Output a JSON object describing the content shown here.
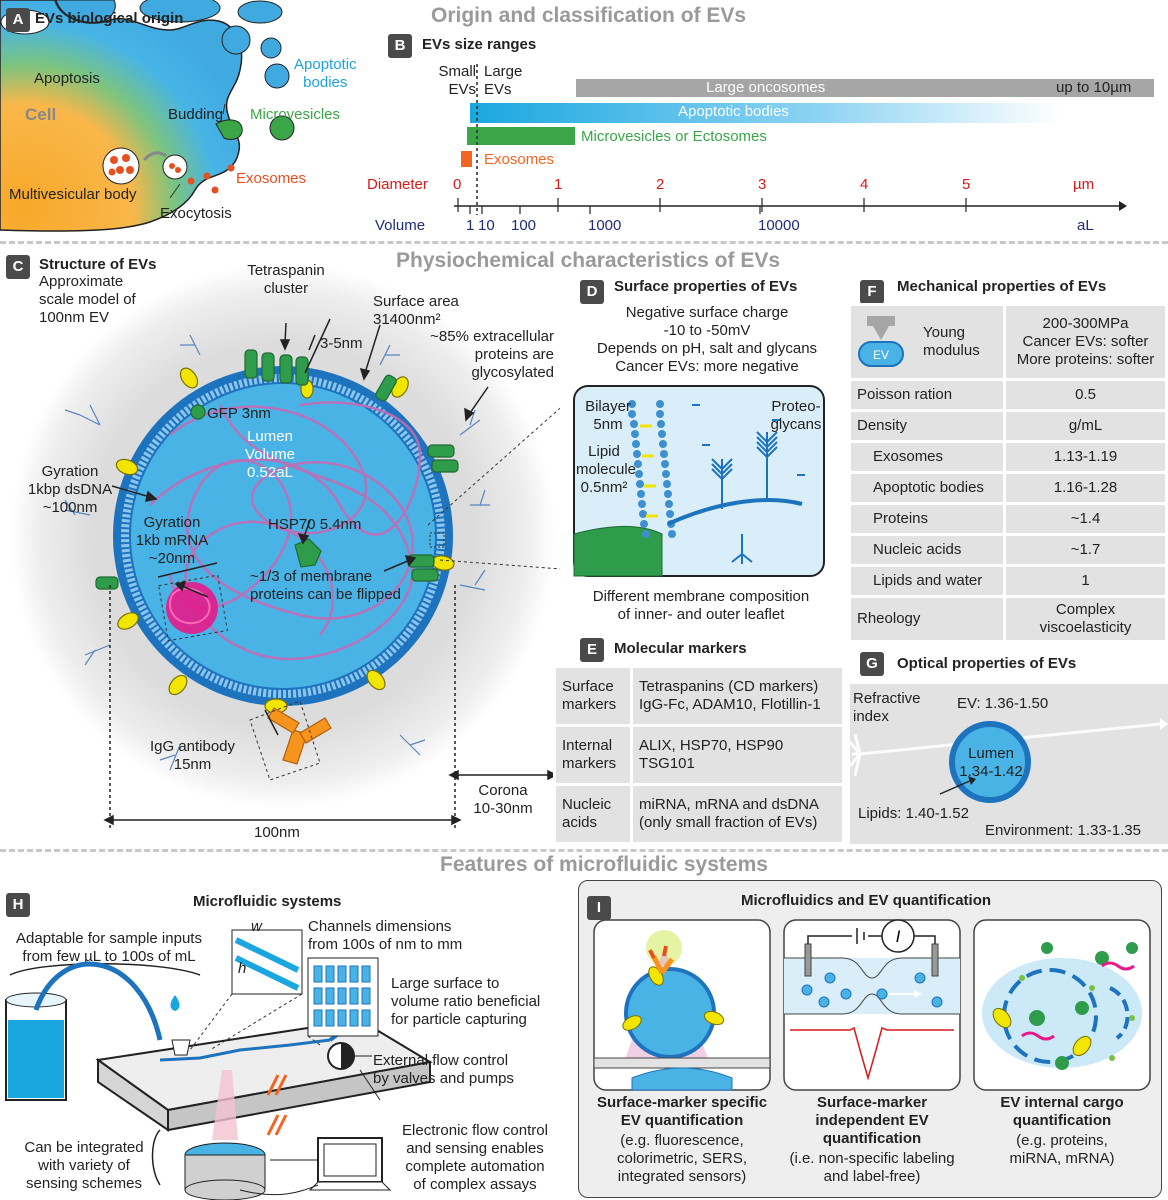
{
  "sections": {
    "origin": "Origin and classification of EVs",
    "physio": "Physiochemical characteristics of EVs",
    "micro": "Features of microfluidic systems"
  },
  "badges": {
    "a": "A",
    "b": "B",
    "c": "C",
    "d": "D",
    "e": "E",
    "f": "F",
    "g": "G",
    "h": "H",
    "i": "I"
  },
  "panel_a": {
    "title": "EVs biological origin",
    "apoptosis": "Apoptosis",
    "cell": "Cell",
    "budding": "Budding",
    "apoptotic_bodies": [
      "Apoptotic",
      "bodies"
    ],
    "microvesicles": "Microvesicles",
    "exosomes": "Exosomes",
    "mvb": "Multivesicular body",
    "exocytosis": "Exocytosis"
  },
  "panel_b": {
    "title": "EVs size ranges",
    "small": [
      "Small",
      "EVs"
    ],
    "large": [
      "Large",
      "EVs"
    ],
    "bars": {
      "oncosomes": "Large oncosomes",
      "oncosomes_max": "up to 10µm",
      "apoptotic": "Apoptotic bodies",
      "microvesicles": "Microvesicles or Ectosomes",
      "exosomes": "Exosomes"
    },
    "diameter_label": "Diameter",
    "diameter_ticks": [
      "0",
      "1",
      "2",
      "3",
      "4",
      "5"
    ],
    "diameter_unit": "µm",
    "volume_label": "Volume",
    "volume_ticks": [
      "1",
      "10",
      "100",
      "1000",
      "10000"
    ],
    "volume_unit": "aL"
  },
  "panel_c": {
    "title": "Structure of EVs",
    "subtitle": [
      "Approximate",
      "scale model of",
      "100nm EV"
    ],
    "tetraspanin": [
      "Tetraspanin",
      "cluster"
    ],
    "tetra_size": "3-5nm",
    "surface_area": [
      "Surface area",
      "31400nm²"
    ],
    "glyco": [
      "~85% extracellular",
      "proteins are",
      "glycosylated"
    ],
    "gfp": "GFP 3nm",
    "lumen": [
      "Lumen",
      "Volume",
      "0.52aL"
    ],
    "dsdna": [
      "Gyration",
      "1kbp dsDNA",
      "~100nm"
    ],
    "mrna": [
      "Gyration",
      "1kb mRNA",
      "~20nm"
    ],
    "hsp70": "HSP70 5.4nm",
    "flipped": [
      "~1/3 of membrane",
      "proteins can be flipped"
    ],
    "igg": [
      "IgG antibody",
      "15nm"
    ],
    "corona": [
      "Corona",
      "10-30nm"
    ],
    "diameter": "100nm"
  },
  "panel_d": {
    "title": "Surface properties of EVs",
    "lines": [
      "Negative surface charge",
      "-10 to -50mV",
      "Depends on pH, salt and glycans",
      "Cancer EVs: more negative"
    ],
    "bilayer": [
      "Bilayer",
      "5nm"
    ],
    "lipid": [
      "Lipid",
      "molecule",
      "0.5nm²"
    ],
    "proteo": [
      "Proteo-",
      "glycans"
    ],
    "bottom": [
      "Different membrane composition",
      "of inner- and outer leaflet"
    ]
  },
  "panel_e": {
    "title": "Molecular markers",
    "rows": [
      {
        "label": [
          "Surface",
          "markers"
        ],
        "value": [
          "Tetraspanins (CD markers)",
          "IgG-Fc, ADAM10, Flotillin-1"
        ]
      },
      {
        "label": [
          "Internal",
          "markers"
        ],
        "value": [
          "ALIX, HSP70, HSP90",
          "TSG101"
        ]
      },
      {
        "label": [
          "Nucleic",
          "acids"
        ],
        "value": [
          "miRNA, mRNA and dsDNA",
          "(only small fraction of EVs)"
        ]
      }
    ]
  },
  "panel_f": {
    "title": "Mechanical properties of EVs",
    "young": [
      "Young",
      "modulus"
    ],
    "ev_icon": "EV",
    "young_value": [
      "200-300MPa",
      "Cancer EVs: softer",
      "More proteins: softer"
    ],
    "poisson": "Poisson ration",
    "poisson_value": "0.5",
    "density": "Density",
    "density_unit": "g/mL",
    "density_rows": [
      {
        "label": "Exosomes",
        "value": "1.13-1.19"
      },
      {
        "label": "Apoptotic bodies",
        "value": "1.16-1.28"
      },
      {
        "label": "Proteins",
        "value": "~1.4"
      },
      {
        "label": "Nucleic acids",
        "value": "~1.7"
      },
      {
        "label": "Lipids and water",
        "value": "1"
      }
    ],
    "rheology": "Rheology",
    "rheology_value": [
      "Complex",
      "viscoelasticity"
    ]
  },
  "panel_g": {
    "title": "Optical properties of EVs",
    "refractive": [
      "Refractive",
      "index"
    ],
    "ev": "EV: 1.36-1.50",
    "lumen": [
      "Lumen",
      "1.34-1.42"
    ],
    "lipids": "Lipids: 1.40-1.52",
    "environment": "Environment: 1.33-1.35"
  },
  "panel_h": {
    "title": "Microfluidic systems",
    "adaptable": [
      "Adaptable for sample inputs",
      "from few µL to 100s of mL"
    ],
    "channels": [
      "Channels dimensions",
      "from 100s of nm to mm"
    ],
    "w": "w",
    "h": "h",
    "surface": [
      "Large surface to",
      "volume ratio beneficial",
      "for particle capturing"
    ],
    "flow": [
      "External flow control",
      "by valves and pumps"
    ],
    "sensing": [
      "Can be integrated",
      "with variety of",
      "sensing schemes"
    ],
    "electronic": [
      "Electronic flow control",
      "and sensing enables",
      "complete automation",
      "of complex assays"
    ]
  },
  "panel_i": {
    "title": "Microfluidics and EV quantification",
    "current_symbol": "I",
    "cols": [
      {
        "bold": [
          "Surface-marker specific",
          "EV quantification"
        ],
        "desc": [
          "(e.g. fluorescence,",
          "colorimetric, SERS,",
          "integrated sensors)"
        ]
      },
      {
        "bold": [
          "Surface-marker",
          "independent EV",
          "quantification"
        ],
        "desc": [
          "(i.e. non-specific labeling",
          "and label-free)"
        ]
      },
      {
        "bold": [
          "EV internal cargo",
          "quantification"
        ],
        "desc": [
          "(e.g. proteins,",
          "miRNA, mRNA)"
        ]
      }
    ]
  },
  "colors": {
    "small_ev_line": "#333333",
    "oncosome": "#a6a6a6",
    "apoptotic": "#1aa7e0",
    "microvesicle": "#3aa648",
    "exosome": "#f26522",
    "diameter": "#d7191c",
    "volume": "#1f2c7a",
    "membrane": "#1e73be",
    "lumen": "#4ab3e6"
  }
}
